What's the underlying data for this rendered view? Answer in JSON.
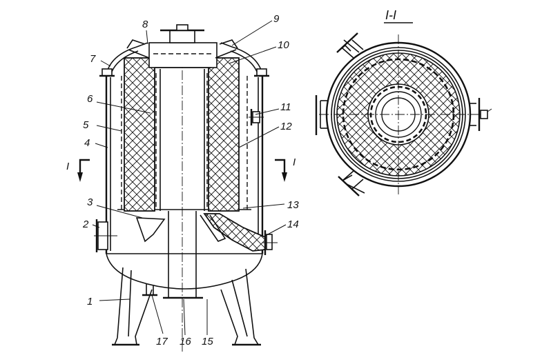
{
  "title": "",
  "section_label": "I-I",
  "section_marks": {
    "left": "I",
    "right": "I"
  },
  "callouts": [
    {
      "id": 1,
      "text": "1"
    },
    {
      "id": 2,
      "text": "2"
    },
    {
      "id": 3,
      "text": "3"
    },
    {
      "id": 4,
      "text": "4"
    },
    {
      "id": 5,
      "text": "5"
    },
    {
      "id": 6,
      "text": "6"
    },
    {
      "id": 7,
      "text": "7"
    },
    {
      "id": 8,
      "text": "8"
    },
    {
      "id": 9,
      "text": "9"
    },
    {
      "id": 10,
      "text": "10"
    },
    {
      "id": 11,
      "text": "11"
    },
    {
      "id": 12,
      "text": "12"
    },
    {
      "id": 13,
      "text": "13"
    },
    {
      "id": 14,
      "text": "14"
    },
    {
      "id": 15,
      "text": "15"
    },
    {
      "id": 16,
      "text": "16"
    },
    {
      "id": 17,
      "text": "17"
    }
  ]
}
